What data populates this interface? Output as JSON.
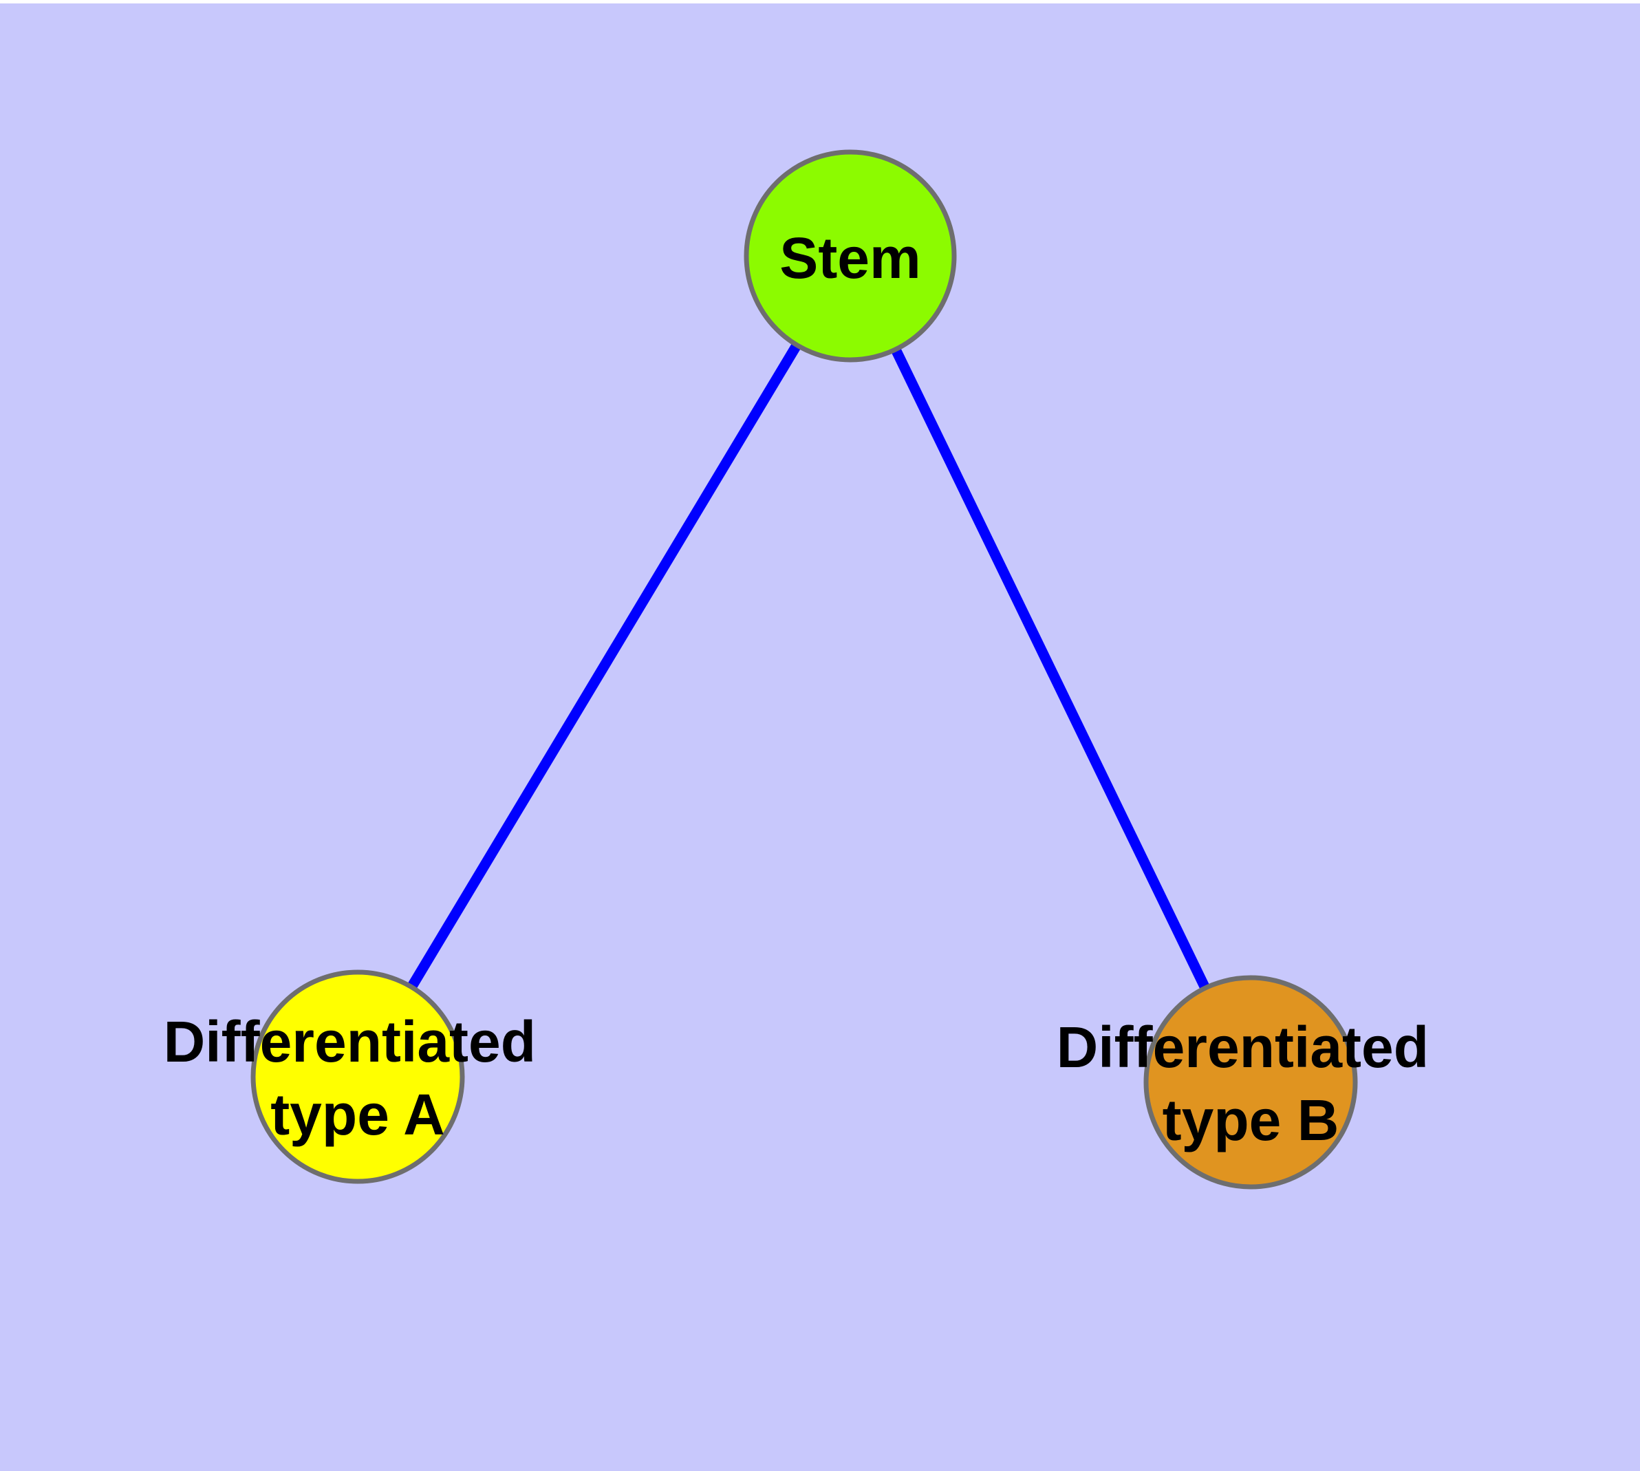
{
  "diagram": {
    "type": "graph",
    "background_color": "#c8c8fc",
    "top_border_color": "#ffffff",
    "edge_color": "#0000ff",
    "node_border_color": "#6e6e6e",
    "label_color": "#000000",
    "nodes": [
      {
        "id": "stem",
        "label": "Stem",
        "fill_color": "#8cfb00"
      },
      {
        "id": "differentiated-type-a",
        "lines": [
          "Differentiated",
          "type A"
        ],
        "fill_color": "#ffff00"
      },
      {
        "id": "differentiated-type-b",
        "lines": [
          "Differentiated",
          "type B"
        ],
        "fill_color": "#e09420"
      }
    ],
    "edges": [
      {
        "from": "stem",
        "to": "differentiated-type-a"
      },
      {
        "from": "stem",
        "to": "differentiated-type-b"
      }
    ]
  }
}
